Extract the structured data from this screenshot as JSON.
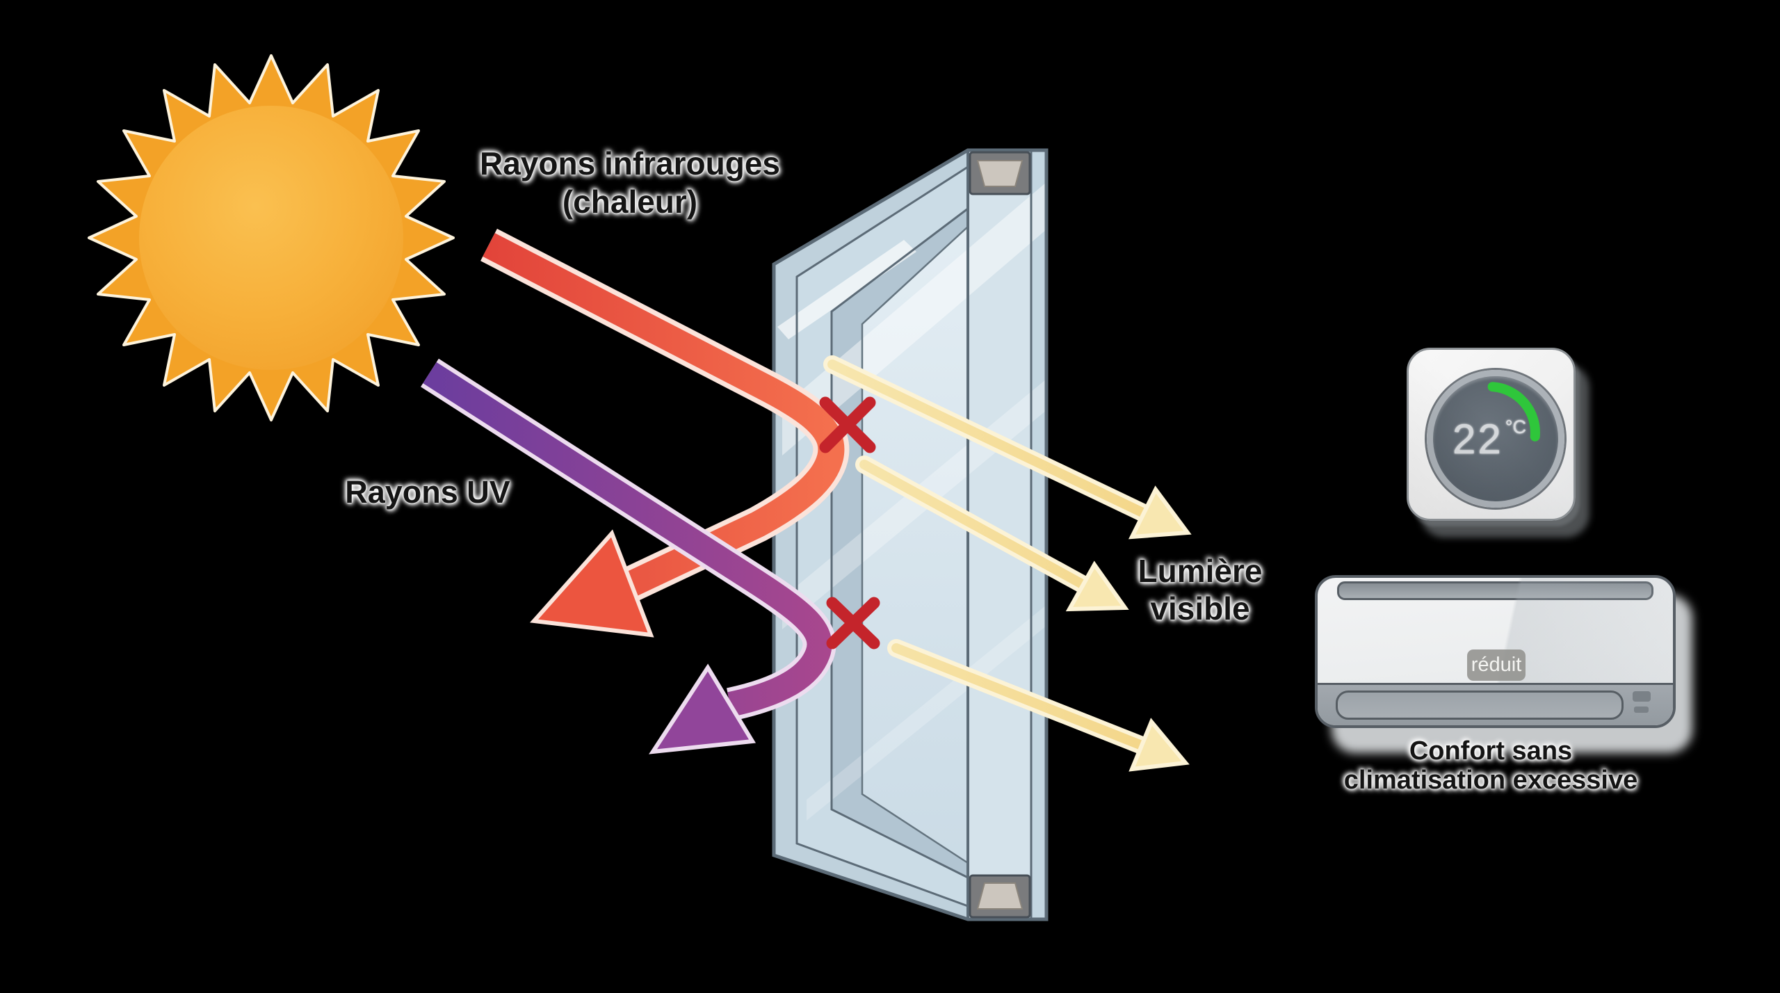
{
  "scene": {
    "background": "#000000",
    "labels": {
      "infrared_line1": "Rayons infrarouges",
      "infrared_line2": "(chaleur)",
      "uv": "Rayons UV",
      "visible_line1": "Lumière",
      "visible_line2": "visible",
      "comfort_line1": "Confort sans",
      "comfort_line2": "climatisation excessive"
    },
    "thermostat": {
      "value": "22",
      "unit": "°C"
    },
    "ac": {
      "badge": "réduit"
    },
    "colors": {
      "sun_rays": "#F3A227",
      "sun_core": "#F8B640",
      "infrared_arrow_start": "#E2443A",
      "infrared_arrow_end": "#F4704E",
      "uv_arrow_start": "#6B3D9E",
      "uv_arrow_end": "#A8478E",
      "visible_ray": "#F3D484",
      "block_mark_x": "#C4242B",
      "glass_fill": "#C7D8E2",
      "glass_edge": "#5C6B77",
      "thermostat_arc_green": "#2FC63B"
    },
    "icons": {
      "sun": "sun-icon",
      "window": "double-glazing-window-icon",
      "thermostat": "thermostat-icon",
      "air_conditioner": "ac-unit-icon",
      "blocked": "red-x-icon"
    }
  }
}
